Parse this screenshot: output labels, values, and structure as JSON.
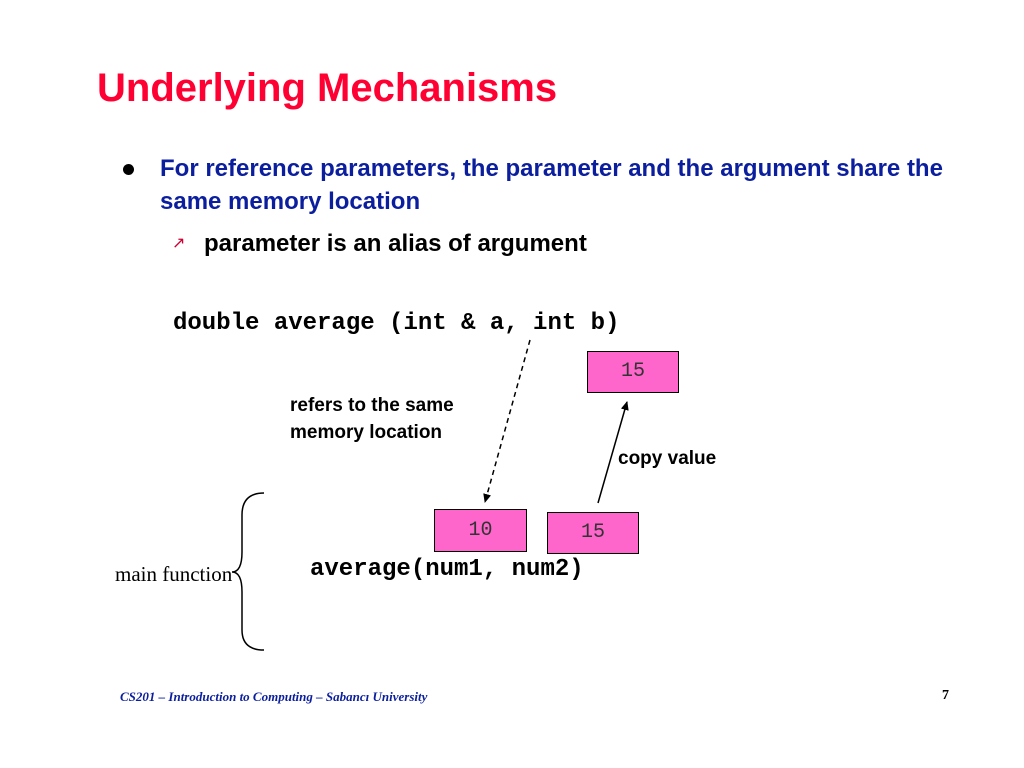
{
  "slide": {
    "title": "Underlying Mechanisms",
    "bullet": "For reference parameters, the parameter and the argument share the same memory location",
    "sub_bullet": "parameter is an alias of argument",
    "function_signature": "double average (int & a, int b)",
    "function_call": "average(num1, num2)",
    "footer": "CS201 – Introduction to Computing – Sabancı University",
    "page_number": "7"
  },
  "diagram": {
    "param_b_value": "15",
    "num1_value": "10",
    "num2_value": "15",
    "reference_label": "refers to the same memory location",
    "copy_label": "copy value",
    "main_label": "main function",
    "box_color": "#ff66cc",
    "title_color": "#ff0033",
    "text_blue": "#0b1f9e"
  }
}
